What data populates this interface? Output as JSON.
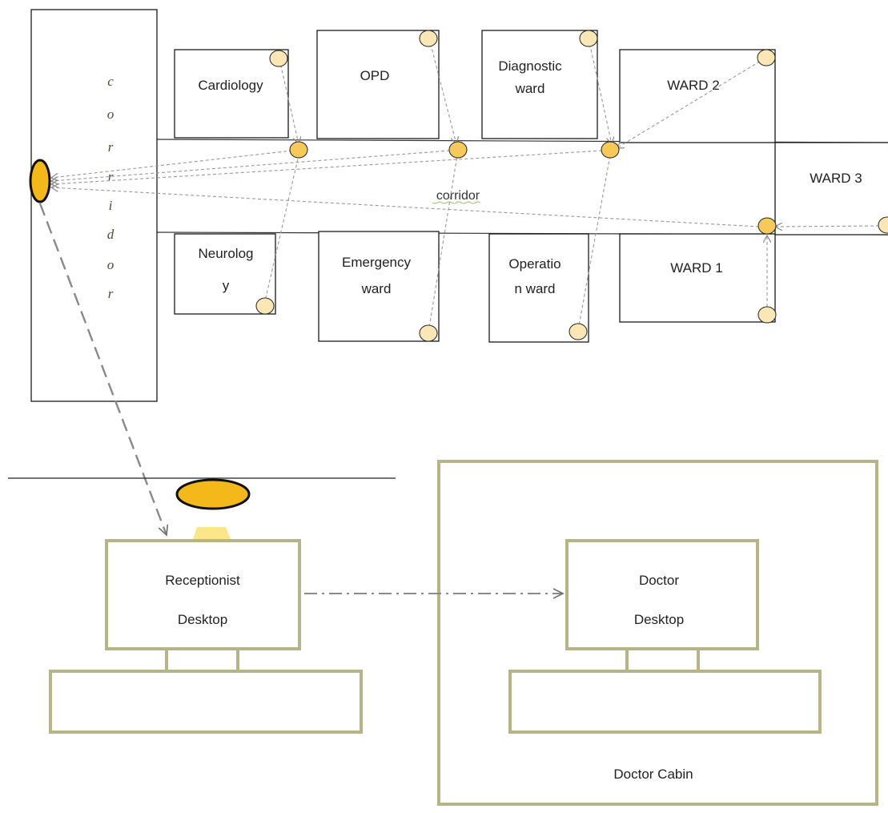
{
  "rooms": {
    "cardiology": "Cardiology",
    "opd": "OPD",
    "diagnostic_1": "Diagnostic",
    "diagnostic_2": "ward",
    "ward2": "WARD 2",
    "ward3": "WARD 3",
    "neurology_1": "Neurolog",
    "neurology_2": "y",
    "emergency_1": "Emergency",
    "emergency_2": "ward",
    "operation_1": "Operatio",
    "operation_2": "n ward",
    "ward1": "WARD 1"
  },
  "corridor": {
    "horizontal_label": "corridor",
    "vertical_letters": [
      "c",
      "o",
      "r",
      "r",
      "i",
      "d",
      "o",
      "r"
    ]
  },
  "reception": {
    "line1": "Receptionist",
    "line2": "Desktop"
  },
  "doctor": {
    "line1": "Doctor",
    "line2": "Desktop",
    "cabin": "Doctor Cabin"
  },
  "colors": {
    "hub": "#f6c95a",
    "sensor": "#fbe6b6",
    "olive_outline": "#b8b48a",
    "light_beam": "#fde68a"
  }
}
